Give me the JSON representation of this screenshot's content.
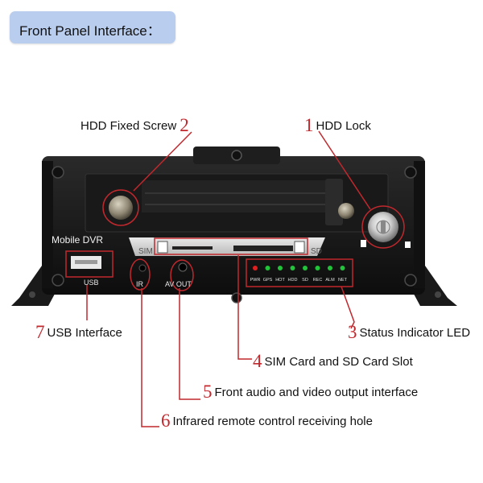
{
  "header": {
    "title": "Front Panel Interface："
  },
  "device": {
    "model": "Mobile  DVR",
    "usb": "USB",
    "ir": "IR",
    "av_out": "AV OUT",
    "sim": "SIM",
    "sd": "SD",
    "led_labels": [
      "PWR",
      "GPS",
      "HOT",
      "HDD",
      "SD",
      "REC",
      "ALM",
      "NET"
    ]
  },
  "callouts": [
    {
      "num": "1",
      "text": "HDD Lock"
    },
    {
      "num": "2",
      "text": "HDD Fixed Screw"
    },
    {
      "num": "3",
      "text": "Status Indicator LED"
    },
    {
      "num": "4",
      "text": "SIM Card and SD Card Slot"
    },
    {
      "num": "5",
      "text": "Front audio and video output interface"
    },
    {
      "num": "6",
      "text": "Infrared remote control receiving hole"
    },
    {
      "num": "7",
      "text": "USB Interface"
    }
  ],
  "colors": {
    "header_bg": "#b9cdef",
    "callout_red": "#c0282d",
    "led_red": "#e02020",
    "led_green": "#22c23a"
  }
}
